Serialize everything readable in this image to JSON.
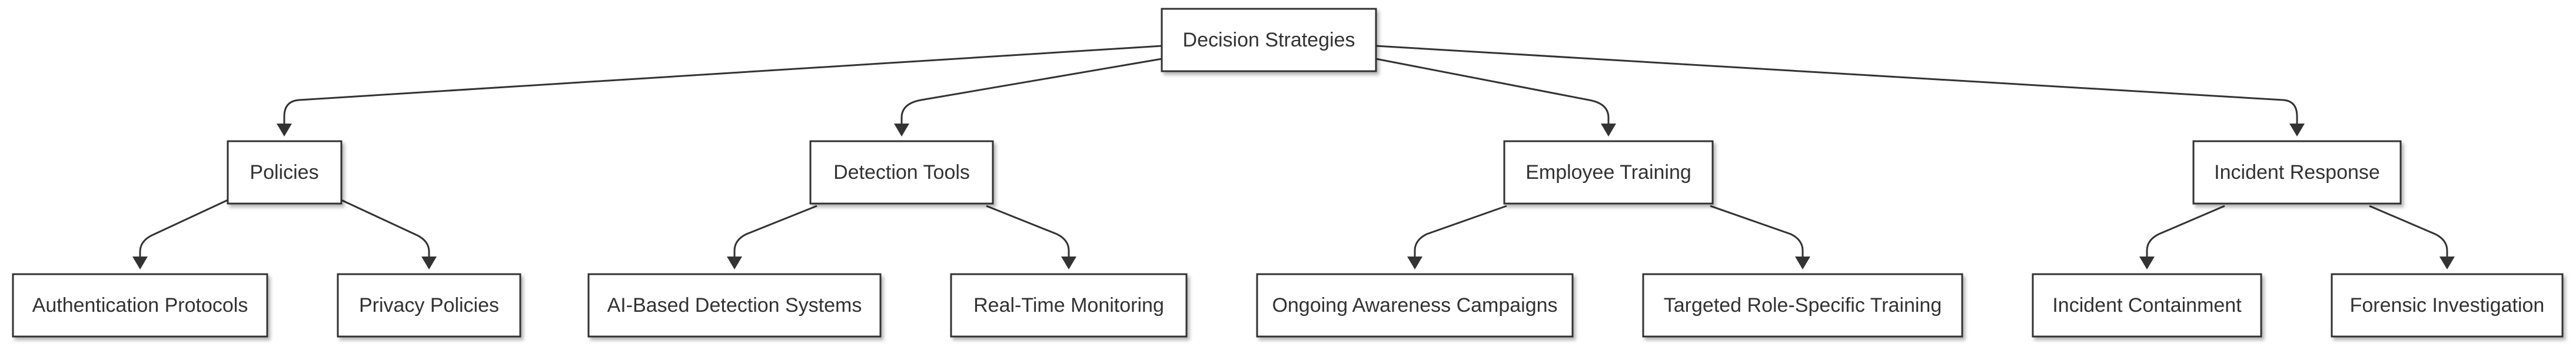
{
  "diagram": {
    "type": "hierarchy",
    "root": {
      "id": "decision",
      "label": "Decision Strategies",
      "children": [
        {
          "id": "policies",
          "label": "Policies",
          "children": [
            {
              "id": "auth",
              "label": "Authentication Protocols"
            },
            {
              "id": "privacy",
              "label": "Privacy Policies"
            }
          ]
        },
        {
          "id": "detection",
          "label": "Detection Tools",
          "children": [
            {
              "id": "ai",
              "label": "AI-Based Detection Systems"
            },
            {
              "id": "realtime",
              "label": "Real-Time Monitoring"
            }
          ]
        },
        {
          "id": "training",
          "label": "Employee Training",
          "children": [
            {
              "id": "awareness",
              "label": "Ongoing Awareness Campaigns"
            },
            {
              "id": "targeted",
              "label": "Targeted Role-Specific Training"
            }
          ]
        },
        {
          "id": "incident",
          "label": "Incident Response",
          "children": [
            {
              "id": "containment",
              "label": "Incident Containment"
            },
            {
              "id": "forensic",
              "label": "Forensic Investigation"
            }
          ]
        }
      ]
    }
  },
  "colors": {
    "stroke": "#333333",
    "node_fill": "#ffffff",
    "text": "#333333",
    "background": "#ffffff"
  }
}
